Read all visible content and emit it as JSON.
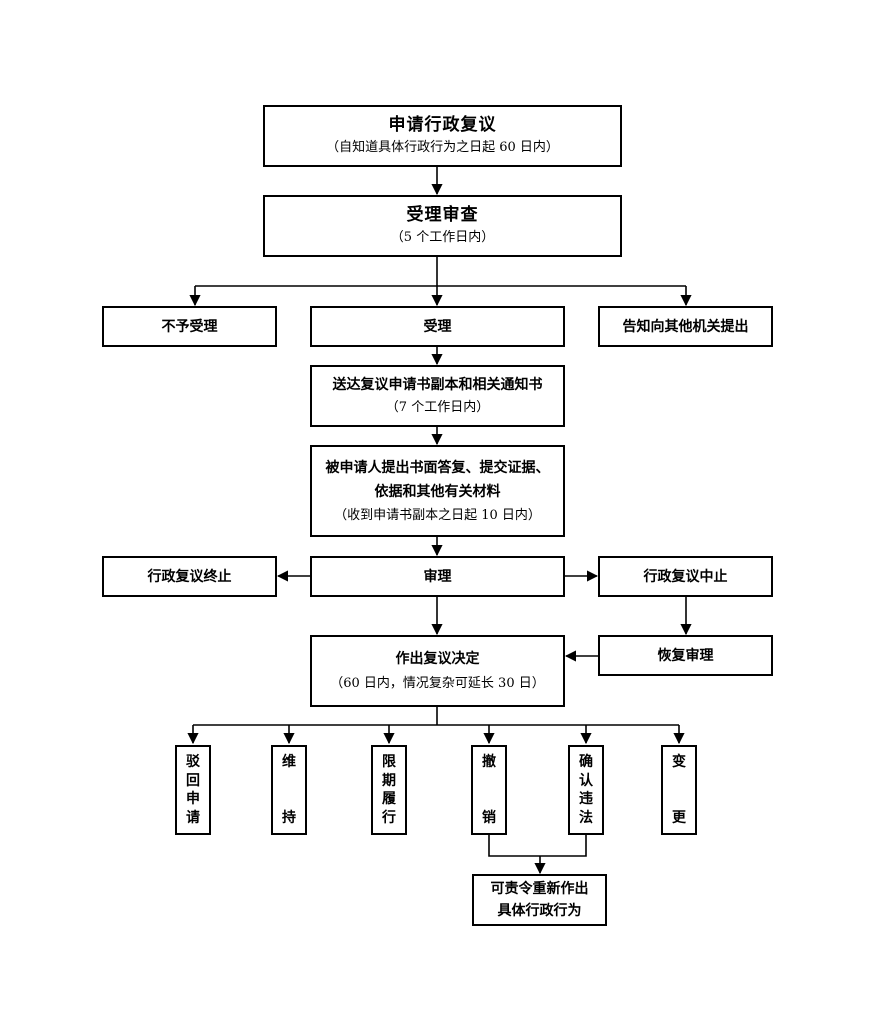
{
  "nodes": {
    "apply": {
      "title": "申请行政复议",
      "sub": "（自知道具体行政行为之日起 60 日内）"
    },
    "review": {
      "title": "受理审查",
      "sub": "（5 个工作日内）"
    },
    "reject": {
      "title": "不予受理"
    },
    "accept": {
      "title": "受理"
    },
    "inform": {
      "title": "告知向其他机关提出"
    },
    "deliver": {
      "title": "送达复议申请书副本和相关通知书",
      "sub": "（7 个工作日内）"
    },
    "respond": {
      "line1": "被申请人提出书面答复、提交证据、",
      "line2": "依据和其他有关材料",
      "sub": "（收到申请书副本之日起 10 日内）"
    },
    "terminate": {
      "title": "行政复议终止"
    },
    "trial": {
      "title": "审理"
    },
    "suspend": {
      "title": "行政复议中止"
    },
    "resume": {
      "title": "恢复审理"
    },
    "decide": {
      "title": "作出复议决定",
      "sub": "（60 日内，情况复杂可延长 30 日）"
    },
    "reorder": {
      "line1": "可责令重新作出",
      "line2": "具体行政行为"
    }
  },
  "outcomes": [
    {
      "chars": [
        "驳",
        "回",
        "申",
        "请"
      ]
    },
    {
      "chars": [
        "维",
        "持"
      ]
    },
    {
      "chars": [
        "限",
        "期",
        "履",
        "行"
      ]
    },
    {
      "chars": [
        "撤",
        "销"
      ]
    },
    {
      "chars": [
        "确",
        "认",
        "违",
        "法"
      ]
    },
    {
      "chars": [
        "变",
        "更"
      ]
    }
  ]
}
